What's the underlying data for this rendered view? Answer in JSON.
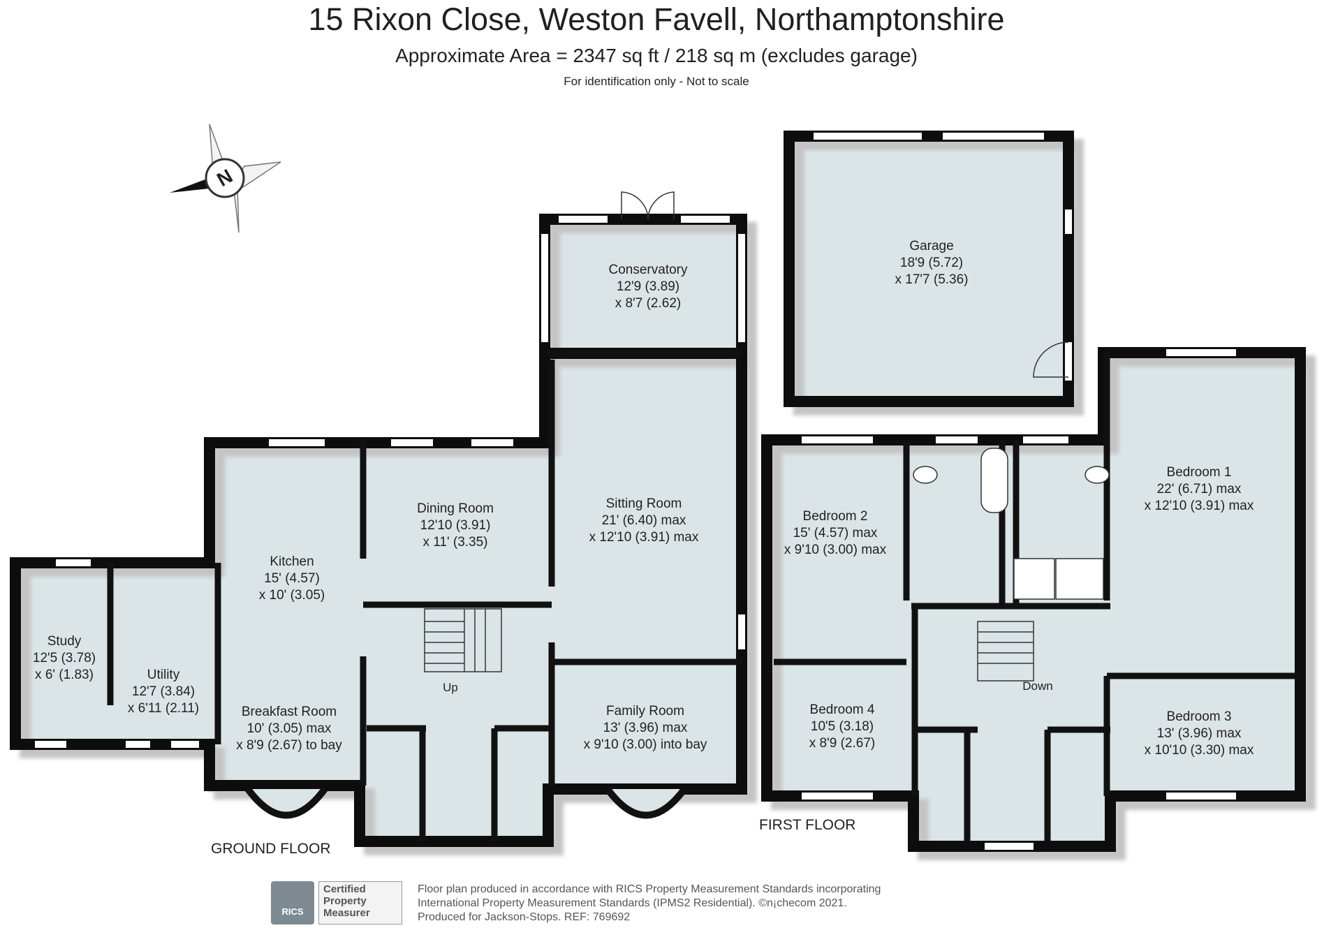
{
  "header": {
    "title": "15 Rixon Close, Weston Favell, Northamptonshire",
    "area": "Approximate Area = 2347 sq ft / 218 sq m (excludes garage)",
    "note": "For identification only - Not to scale"
  },
  "compass": {
    "label": "N",
    "icon": "compass-icon"
  },
  "floors": {
    "ground": "GROUND FLOOR",
    "first": "FIRST FLOOR"
  },
  "stairs": {
    "up": "Up",
    "down": "Down"
  },
  "rooms": {
    "study": [
      "Study",
      "12'5 (3.78)",
      "x 6' (1.83)"
    ],
    "utility": [
      "Utility",
      "12'7 (3.84)",
      "x 6'11 (2.11)"
    ],
    "kitchen": [
      "Kitchen",
      "15' (4.57)",
      "x 10' (3.05)"
    ],
    "breakfast": [
      "Breakfast Room",
      "10' (3.05) max",
      "x 8'9 (2.67) to bay"
    ],
    "dining": [
      "Dining Room",
      "12'10 (3.91)",
      "x 11' (3.35)"
    ],
    "sitting": [
      "Sitting Room",
      "21' (6.40) max",
      "x 12'10 (3.91) max"
    ],
    "conservatory": [
      "Conservatory",
      "12'9 (3.89)",
      "x 8'7 (2.62)"
    ],
    "family": [
      "Family Room",
      "13' (3.96) max",
      "x 9'10 (3.00) into bay"
    ],
    "garage": [
      "Garage",
      "18'9 (5.72)",
      "x 17'7 (5.36)"
    ],
    "bedroom2": [
      "Bedroom 2",
      "15' (4.57) max",
      "x 9'10 (3.00) max"
    ],
    "bedroom4": [
      "Bedroom 4",
      "10'5 (3.18)",
      "x 8'9 (2.67)"
    ],
    "bedroom1": [
      "Bedroom 1",
      "22' (6.71) max",
      "x 12'10 (3.91) max"
    ],
    "bedroom3": [
      "Bedroom 3",
      "13' (3.96) max",
      "x 10'10 (3.30) max"
    ]
  },
  "footer": {
    "badge": [
      "Certified",
      "Property",
      "Measurer"
    ],
    "rics": "RICS",
    "line1": "Floor plan produced in accordance with RICS Property Measurement Standards incorporating",
    "line2": "International Property Measurement Standards (IPMS2 Residential).  ©n¡checom 2021.",
    "line3": "Produced for Jackson-Stops.   REF:  769692"
  },
  "colors": {
    "fill": "#dbe5e8",
    "wall": "#111111",
    "shadow": "#c9c9c9"
  }
}
